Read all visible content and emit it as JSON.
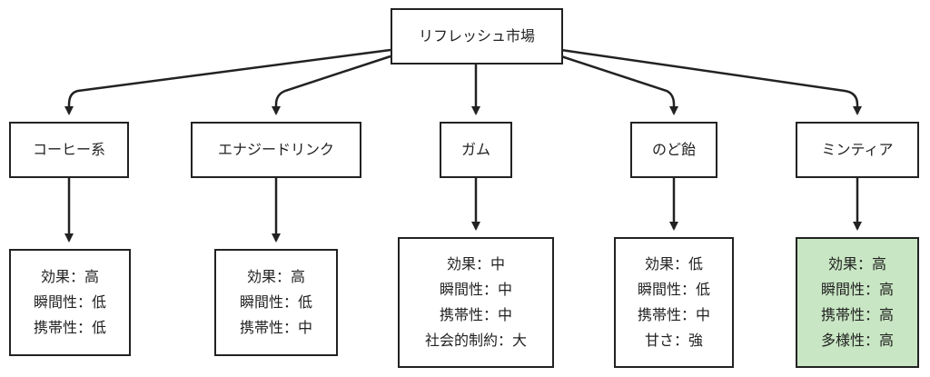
{
  "root": {
    "label": "リフレッシュ市場"
  },
  "categories": [
    {
      "label": "コーヒー系",
      "attributes": [
        "効果：高",
        "瞬間性：低",
        "携帯性：低"
      ]
    },
    {
      "label": "エナジードリンク",
      "attributes": [
        "効果：高",
        "瞬間性：低",
        "携帯性：中"
      ]
    },
    {
      "label": "ガム",
      "attributes": [
        "効果：中",
        "瞬間性：中",
        "携帯性：中",
        "社会的制約：大"
      ]
    },
    {
      "label": "のど飴",
      "attributes": [
        "効果：低",
        "瞬間性：低",
        "携帯性：中",
        "甘さ：強"
      ]
    },
    {
      "label": "ミンティア",
      "attributes": [
        "効果：高",
        "瞬間性：高",
        "携帯性：高",
        "多様性：高"
      ],
      "highlighted": true
    }
  ],
  "colors": {
    "highlight_fill": "#c8e6c3",
    "stroke": "#222222"
  }
}
